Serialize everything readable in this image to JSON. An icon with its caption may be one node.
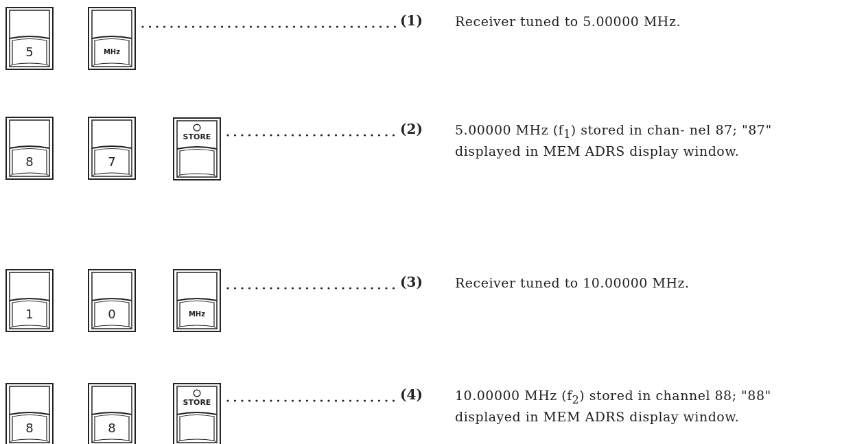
{
  "diagram": {
    "nodes": [
      {
        "text": [
          "5"
        ]
      },
      {
        "text": [
          "MHz"
        ]
      },
      {
        "text": [
          "(1)"
        ],
        "beside": [
          "Receiver tuned to 5.00000 MHz."
        ]
      },
      {
        "text": [
          "8"
        ]
      },
      {
        "text": [
          "7"
        ]
      },
      {
        "text": [
          "STORE"
        ]
      },
      {
        "text": [
          "(2)"
        ],
        "beside": [
          "5.00000 MHz (f$_{1}$) stored in chan- nel 87; \"87\" displayed in MEM ADRS display window."
        ]
      },
      {
        "text": [
          "1"
        ]
      },
      {
        "text": [
          "0"
        ]
      },
      {
        "text": [
          "MHz"
        ]
      },
      {
        "text": [
          "(3)"
        ],
        "beside": [
          "Receiver tuned to 10.00000 MHz."
        ]
      },
      {
        "text": [
          "8"
        ]
      },
      {
        "text": [
          "8"
        ]
      },
      {
        "text": [
          "STORE"
        ]
      },
      {
        "text": [
          "(4)"
        ],
        "beside": [
          "10.00000 MHz (f$_{2}$) stored in channel 88; \"88\" displayed in MEM ADRS display window."
        ]
      }
    ],
    "edges": [
      {
        "from": 1,
        "to": 2,
        "arrow": "none"
      },
      {
        "from": 5,
        "to": 6,
        "arrow": "none"
      },
      {
        "from": 9,
        "to": 10,
        "arrow": "none"
      },
      {
        "from": 13,
        "to": 14,
        "arrow": "none"
      }
    ]
  }
}
